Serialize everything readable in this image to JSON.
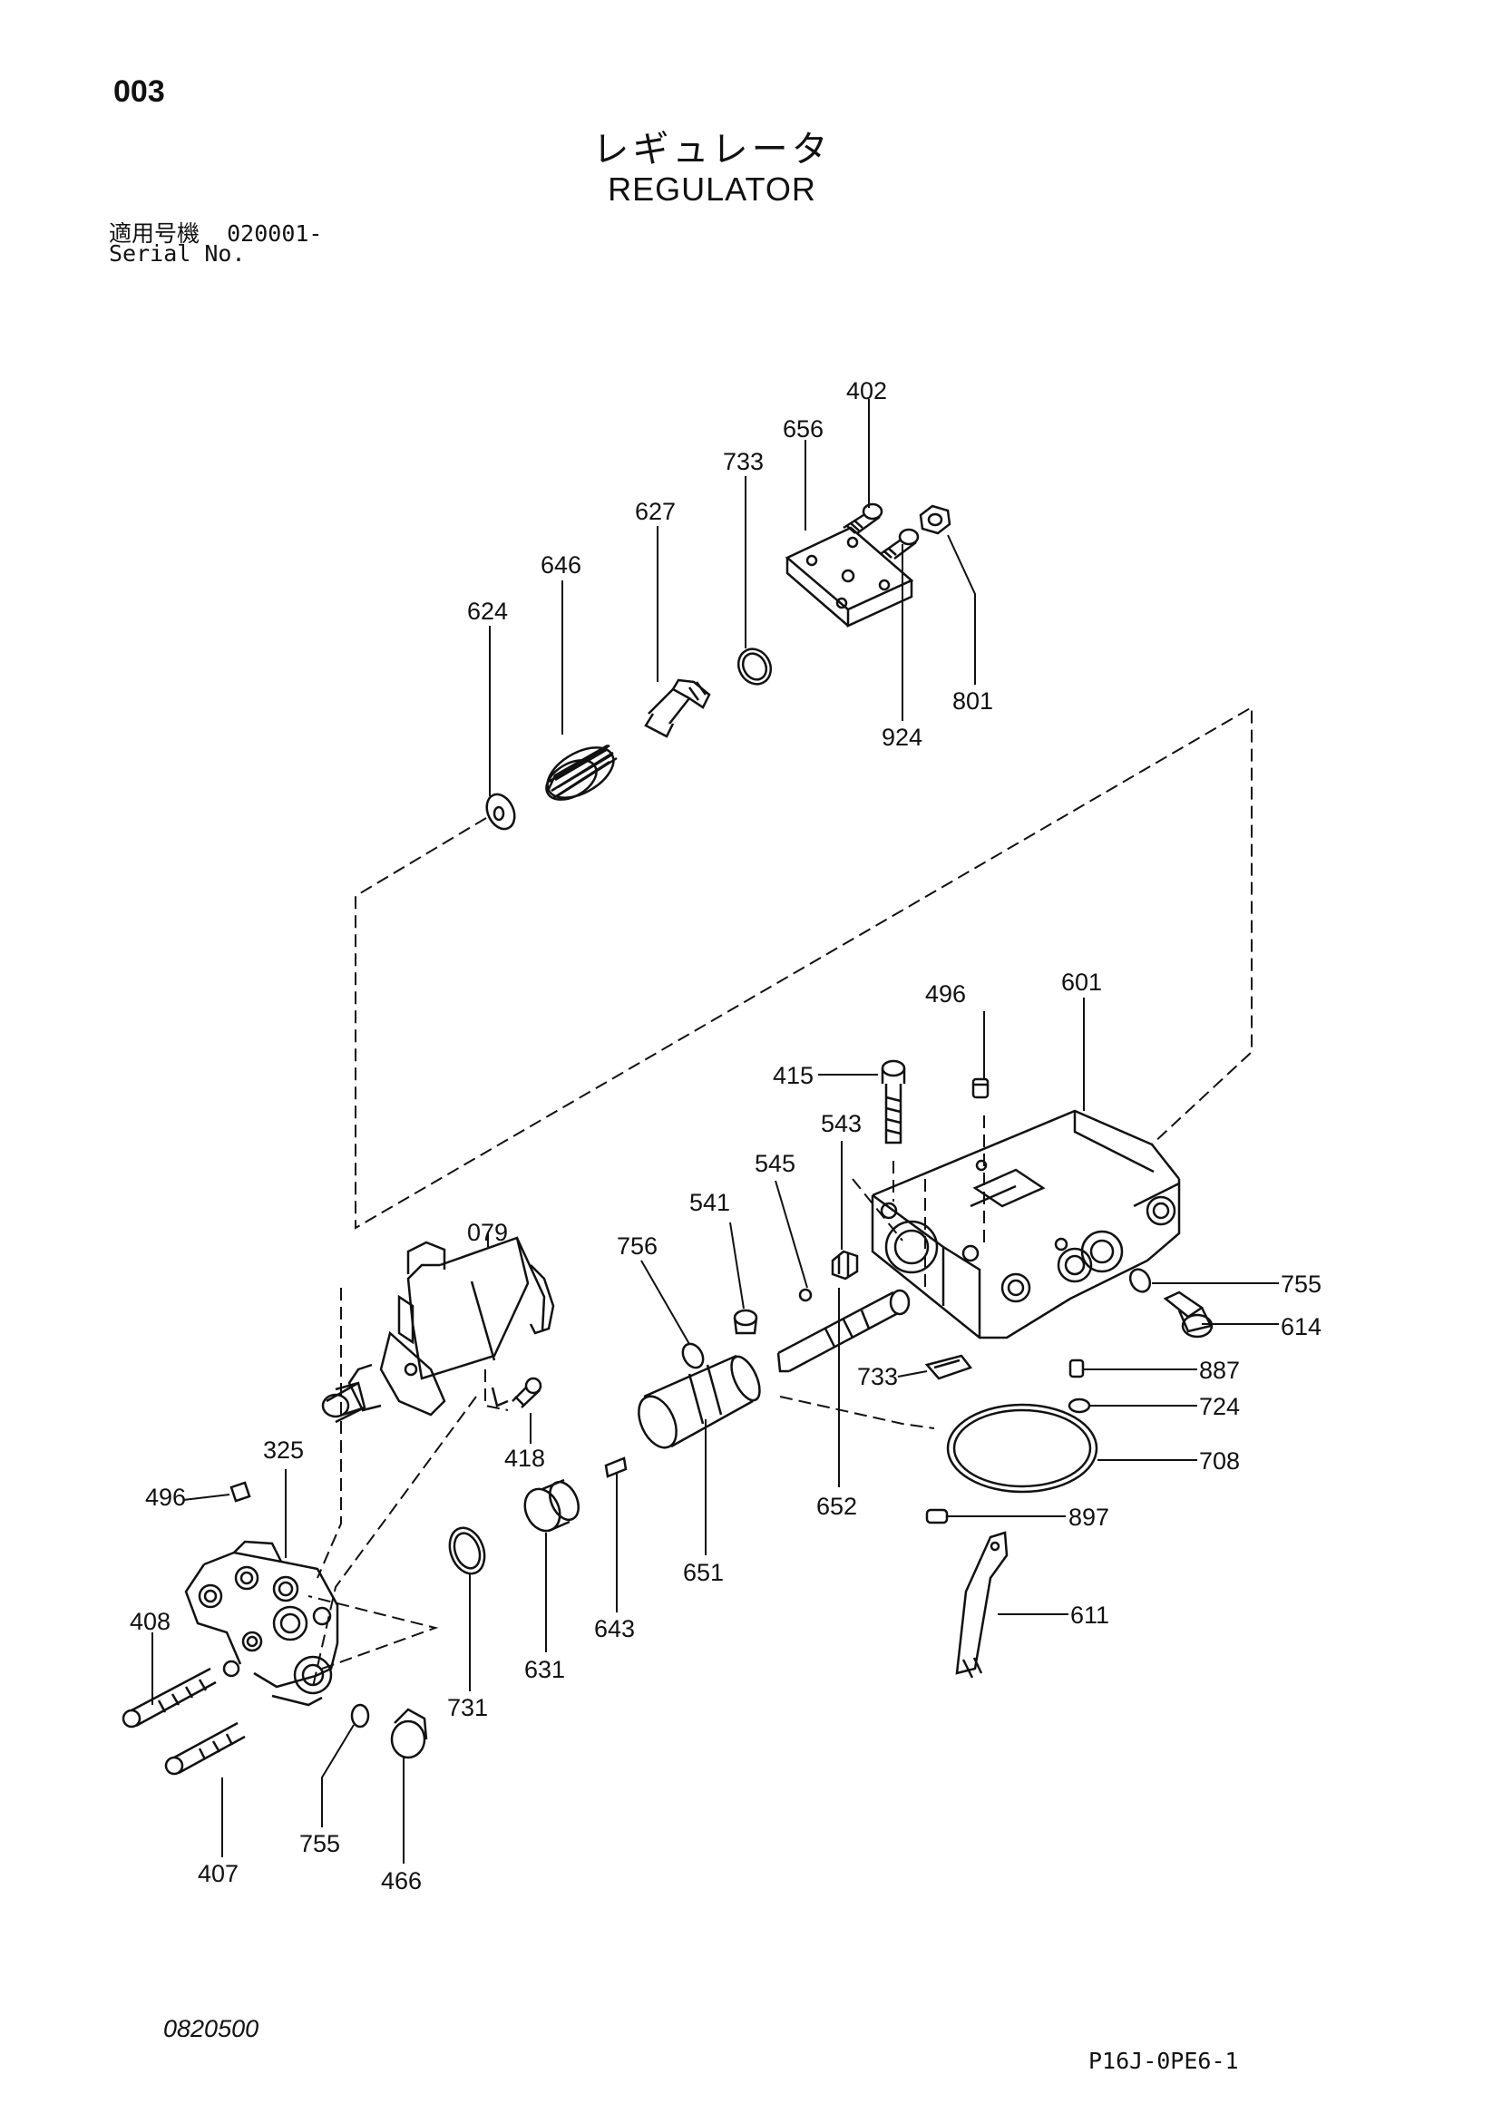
{
  "header": {
    "page_number": "003",
    "title_jp": "レギュレータ",
    "title_en": "REGULATOR",
    "serial_label_jp": "適用号機",
    "serial_value": "020001-",
    "serial_label_en": "Serial No."
  },
  "footer": {
    "document_number": "0820500",
    "sheet_id": "P16J-0PE6-1"
  },
  "part_callouts": {
    "p402": "402",
    "p656": "656",
    "p733a": "733",
    "p627": "627",
    "p646": "646",
    "p624": "624",
    "p924": "924",
    "p801": "801",
    "p496a": "496",
    "p601": "601",
    "p415": "415",
    "p543": "543",
    "p545": "545",
    "p541": "541",
    "p756": "756",
    "p079": "079",
    "p755a": "755",
    "p614": "614",
    "p733b": "733",
    "p887": "887",
    "p724": "724",
    "p708": "708",
    "p325": "325",
    "p418": "418",
    "p652": "652",
    "p897": "897",
    "p496b": "496",
    "p651": "651",
    "p643": "643",
    "p631": "631",
    "p611": "611",
    "p408": "408",
    "p731": "731",
    "p407": "407",
    "p755b": "755",
    "p466": "466"
  }
}
